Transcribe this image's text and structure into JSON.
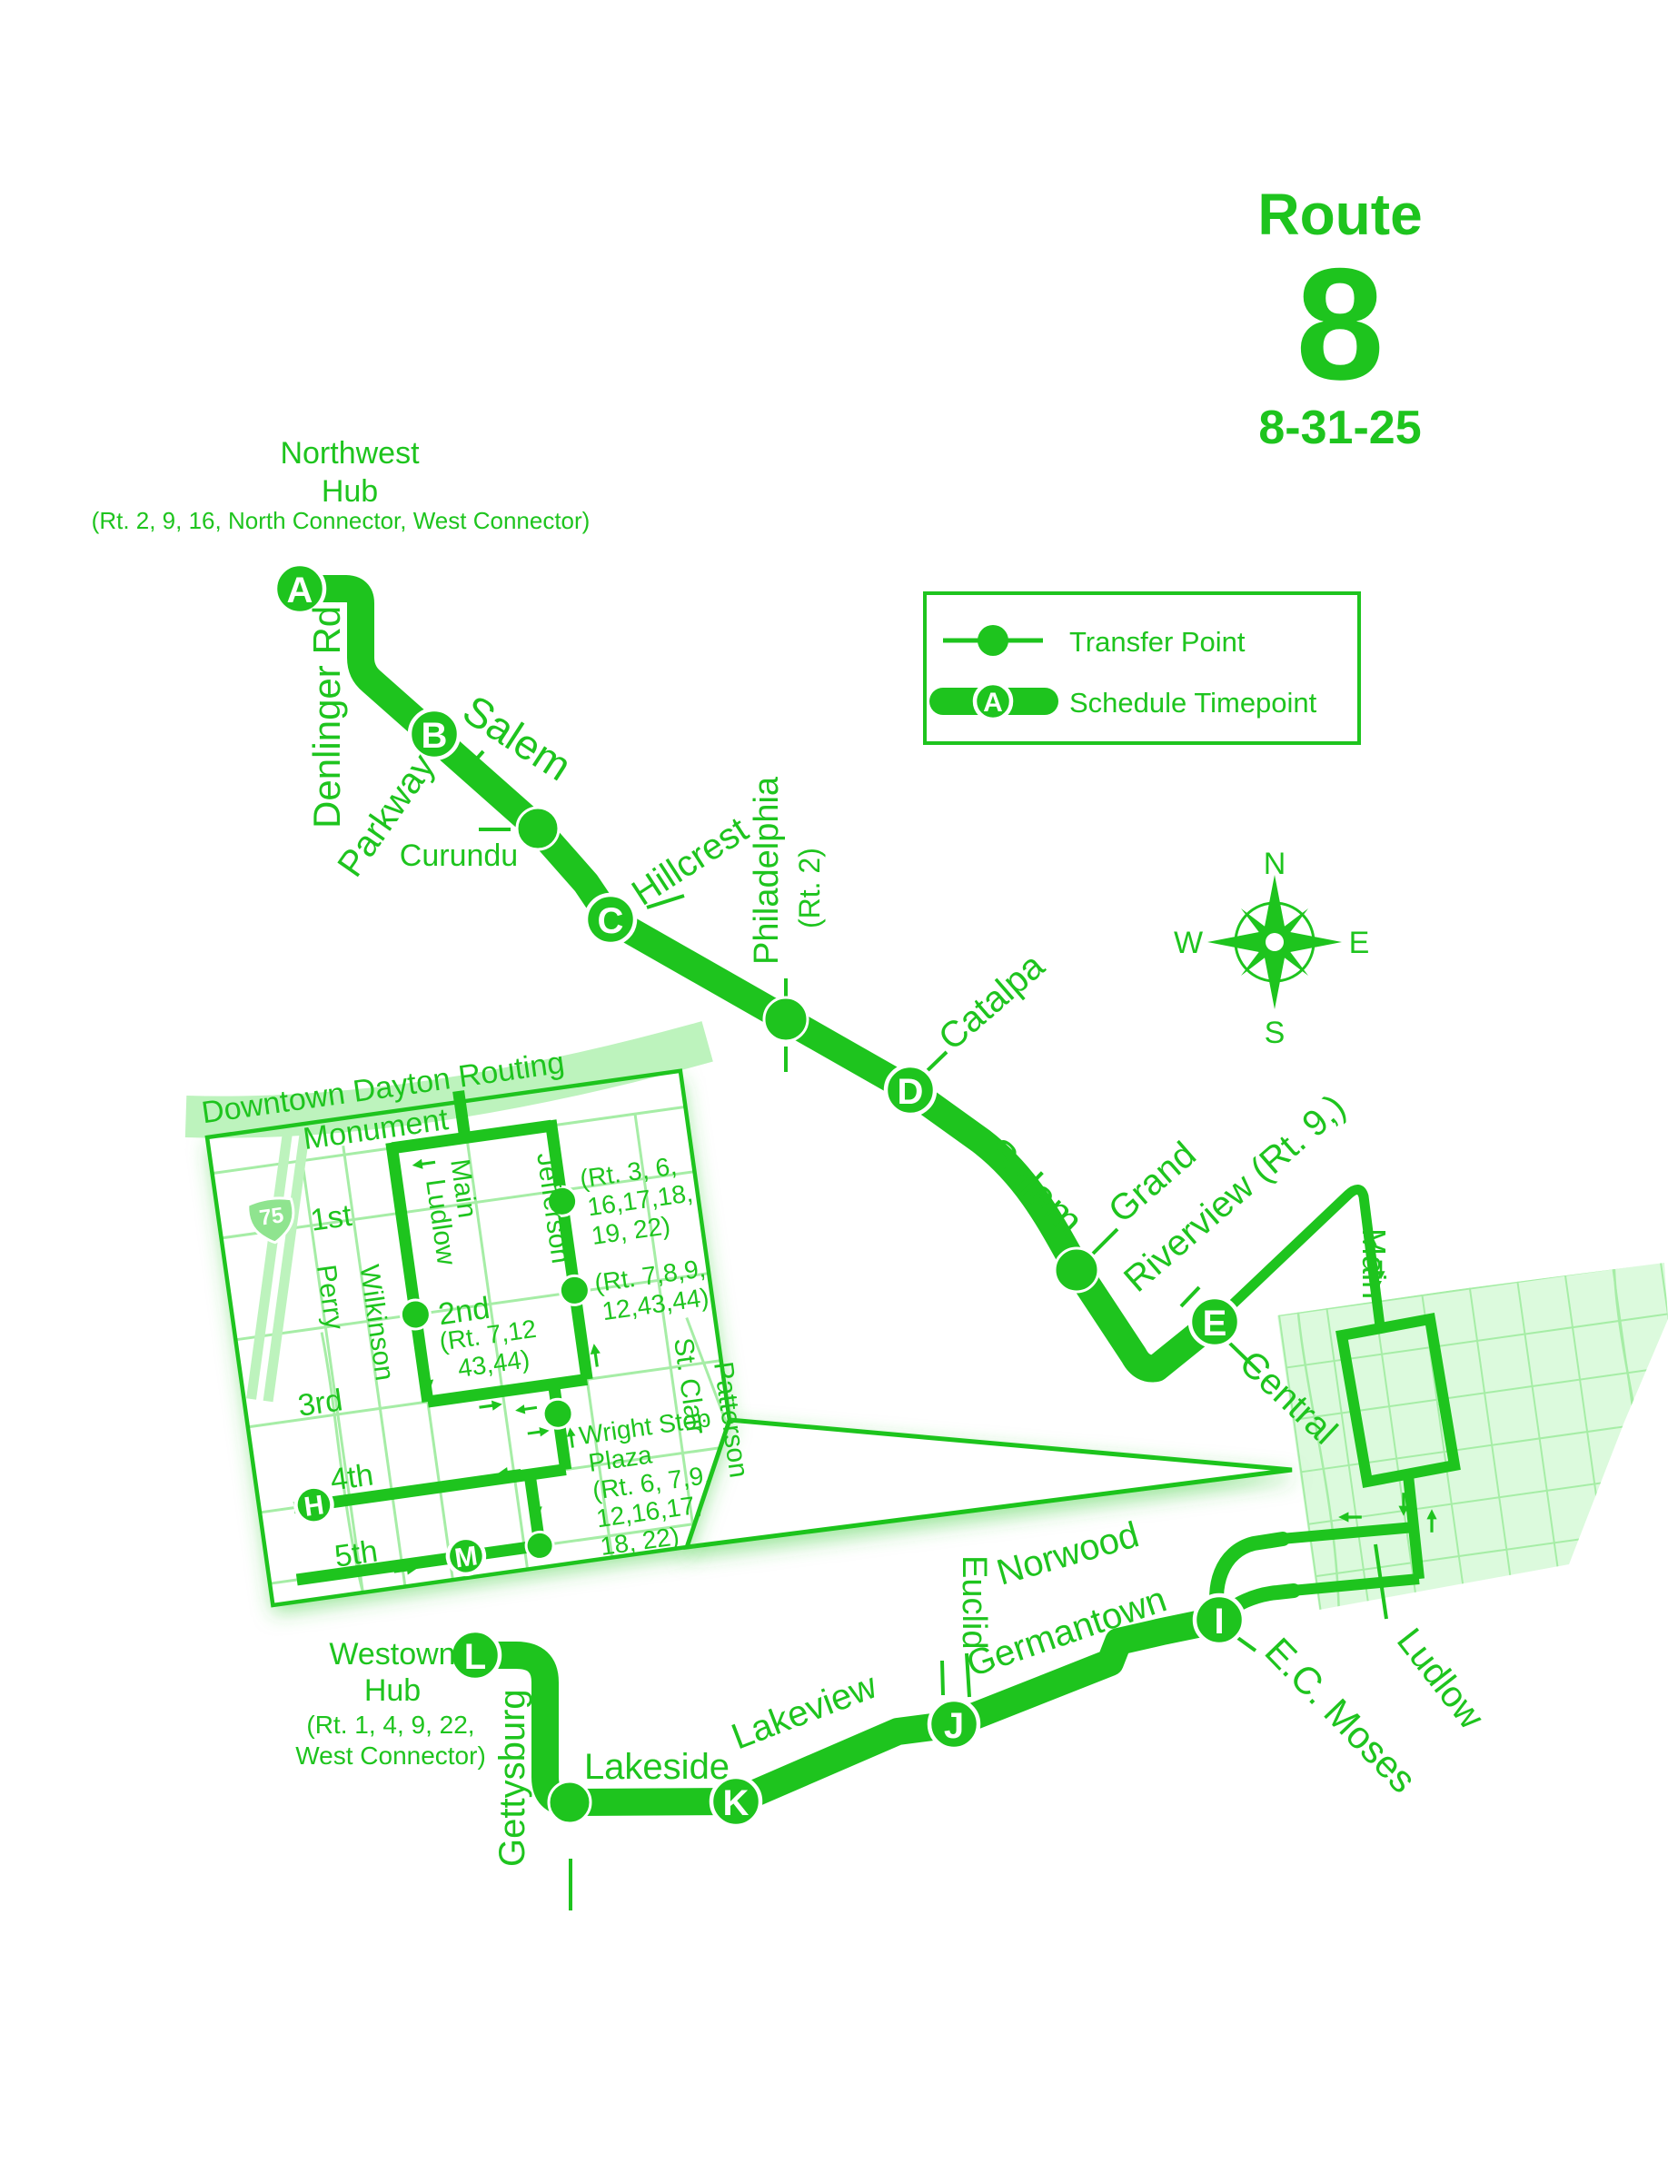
{
  "colors": {
    "route_green": "#1ec41e",
    "pale_fill": "#dcfadd",
    "pale_line": "#a6eda6",
    "band_green": "#bdf3bd"
  },
  "title": {
    "word": "Route",
    "number": "8",
    "date": "8-31-25"
  },
  "legend": {
    "transfer": "Transfer Point",
    "timepoint": "Schedule Timepoint",
    "timepoint_letter": "A"
  },
  "compass": {
    "n": "N",
    "e": "E",
    "s": "S",
    "w": "W"
  },
  "hubs": {
    "northwest": {
      "name_line1": "Northwest",
      "name_line2": "Hub",
      "routes": "(Rt. 2, 9, 16, North Connector, West Connector)"
    },
    "westown": {
      "name_line1": "Westown",
      "name_line2": "Hub",
      "routes_line1": "(Rt. 1, 4, 9, 22,",
      "routes_line2": "West Connector)"
    }
  },
  "streets": {
    "denlinger": "Denlinger Rd.",
    "salem_upper": "Salem",
    "parkway": "Parkway",
    "curundu": "Curundu",
    "hillcrest": "Hillcrest",
    "philadelphia": "Philadelphia",
    "philadelphia_note": "(Rt. 2)",
    "catalpa": "Catalpa",
    "salem_lower": "Salem",
    "grand": "Grand",
    "riverview": "Riverview (Rt. 9,)",
    "main_north": "Main",
    "central": "Central",
    "norwood": "Norwood",
    "germantown": "Germantown",
    "euclid": "Euclid",
    "lakeview": "Lakeview",
    "lakeside": "Lakeside",
    "gettysburg": "Gettysburg",
    "ec_moses": "E.C. Moses",
    "ludlow_south": "Ludlow"
  },
  "timepoints": {
    "a": "A",
    "b": "B",
    "c": "C",
    "d": "D",
    "e": "E",
    "h": "H",
    "i": "I",
    "j": "J",
    "k": "K",
    "l": "L",
    "m": "M"
  },
  "inset": {
    "title": "Downtown Dayton Routing",
    "interstate": "75",
    "streets": {
      "monument": "Monument",
      "first": "1st",
      "second": "2nd",
      "third": "3rd",
      "fourth": "4th",
      "fifth": "5th",
      "perry": "Perry",
      "wilkinson": "Wilkinson",
      "ludlow": "Ludlow",
      "main": "Main",
      "jefferson": "Jefferson",
      "st_clair": "St. Clair",
      "patterson": "Patterson"
    },
    "notes": {
      "jefferson_north": {
        "line1": "(Rt. 3, 6,",
        "line2": "16,17,18,",
        "line3": "19, 22)"
      },
      "jefferson_south": {
        "line1": "(Rt. 7,8,9,",
        "line2": "12,43,44)"
      },
      "second_ludlow": {
        "line1": "(Rt. 7,12",
        "line2": "43,44)"
      },
      "wright": {
        "line1": "Wright Stop",
        "line2": "Plaza",
        "line3": "(Rt. 6, 7,9,",
        "line4": "12,16,17,",
        "line5": "18, 22)"
      }
    }
  }
}
